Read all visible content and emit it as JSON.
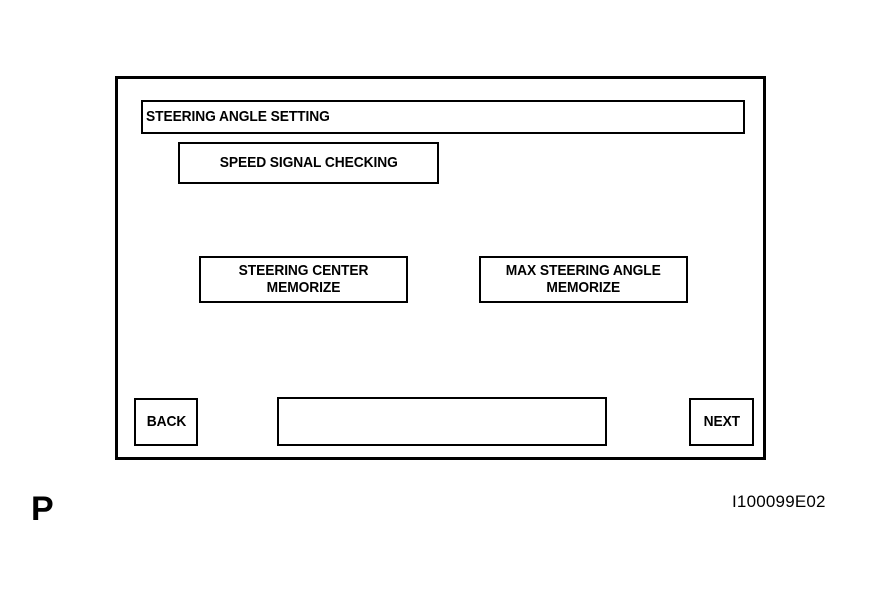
{
  "figure": {
    "letter": "P",
    "reference_code": "I100099E02"
  },
  "screen": {
    "title": "STEERING ANGLE SETTING",
    "mode_box": {
      "label": "SPEED SIGNAL CHECKING"
    },
    "actions": [
      {
        "name": "steering-center-memorize",
        "label": "STEERING CENTER\nMEMORIZE"
      },
      {
        "name": "max-steering-angle-memorize",
        "label": "MAX STEERING ANGLE\nMEMORIZE"
      }
    ],
    "footer": {
      "back_label": "BACK",
      "next_label": "NEXT",
      "status_value": ""
    }
  },
  "colors": {
    "ink": "#000000",
    "screen_background": "#ffffff",
    "page_background": "#ffffff"
  }
}
